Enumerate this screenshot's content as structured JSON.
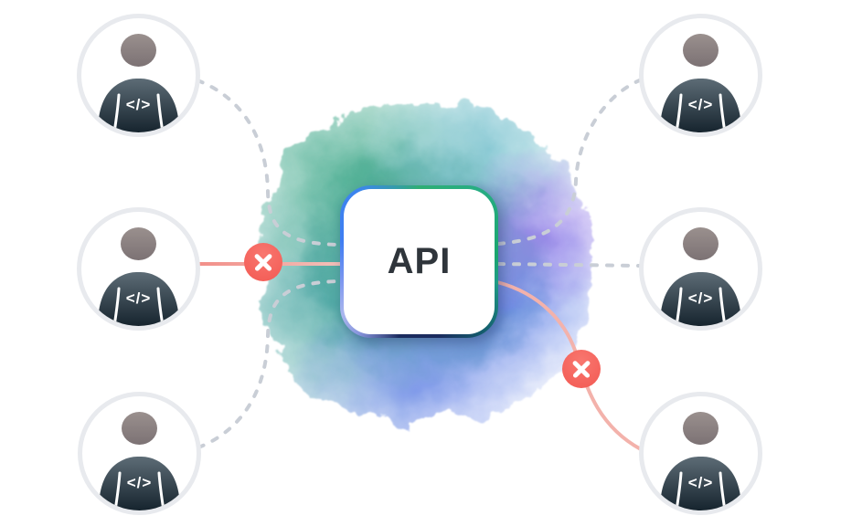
{
  "api": {
    "label": "API"
  },
  "avatar": {
    "code_glyph": "</>"
  },
  "connections": {
    "top_left": "dashed",
    "middle_left": "blocked",
    "bottom_left": "dashed",
    "top_right": "dashed",
    "middle_right": "dashed",
    "bottom_right": "blocked"
  },
  "badges": {
    "blocked_icon": "x",
    "count": 2
  },
  "colors": {
    "dashed_line": "#c9ced6",
    "blocked_line": "#f3b2ab",
    "blocked_line_strong": "#f2908a",
    "badge_red": "#f5655e",
    "api_text": "#2f353b",
    "avatar_ring": "#e8eaee",
    "avatar_body_top": "#5d6c76",
    "avatar_body_bottom": "#16242e",
    "avatar_head_top": "#9a908e",
    "avatar_head_bottom": "#7c7274",
    "glow_teal": "#4ea8a4",
    "glow_green": "#4cae92",
    "glow_blue": "#6e8ce8",
    "glow_periwinkle": "#7c96ea",
    "glow_purple": "#947ee8",
    "glow_cyan": "#7ec4d0",
    "box_border_green": "#2fae74",
    "box_border_blue": "#3f7df2",
    "box_border_navy": "#1b2b5e",
    "box_border_lavender": "#aab6ee"
  }
}
